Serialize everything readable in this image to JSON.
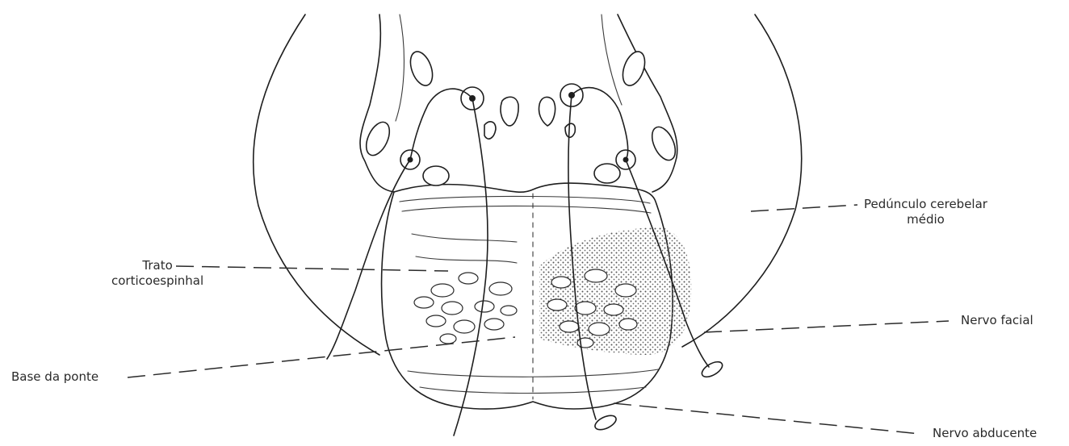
{
  "labels": {
    "peduncle_line1": "Pedúnculo cerebelar",
    "peduncle_line2": "médio",
    "tract_line1": "Trato",
    "tract_line2": "corticoespinhal",
    "facial": "Nervo facial",
    "base": "Base da ponte",
    "abducens": "Nervo abducente"
  },
  "colors": {
    "ink": "#1e1e1e",
    "stipple": "#555555",
    "paper": "#ffffff"
  }
}
